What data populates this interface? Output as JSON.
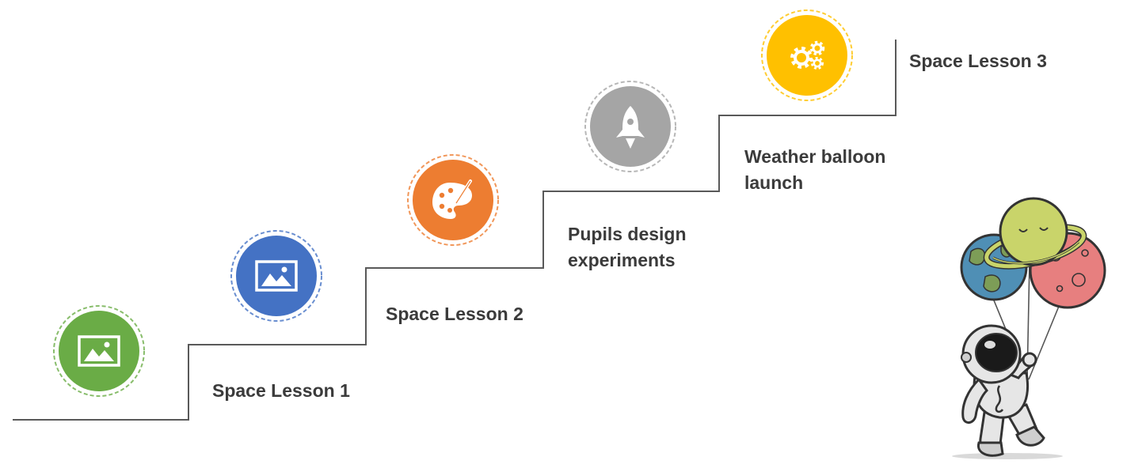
{
  "steps": [
    {
      "label_lines": [
        "Space Lesson 1"
      ],
      "icon": "image-icon",
      "color": "#6aac46"
    },
    {
      "label_lines": [
        "Space Lesson 2"
      ],
      "icon": "image-icon",
      "color": "#4472c4"
    },
    {
      "label_lines": [
        "Pupils design",
        "experiments"
      ],
      "icon": "palette-icon",
      "color": "#ed7d31"
    },
    {
      "label_lines": [
        "Weather balloon",
        "launch"
      ],
      "icon": "rocket-icon",
      "color": "#a5a5a5"
    },
    {
      "label_lines": [
        "Space Lesson 3"
      ],
      "icon": "gears-icon",
      "color": "#ffc000"
    }
  ],
  "colors": {
    "staircase": "#595959",
    "text": "#3b3b3b",
    "planet_earth": "#4f8fb5",
    "planet_saturn": "#c9d46a",
    "planet_mars": "#e77f7f"
  },
  "illustration": {
    "icon": "astronaut-with-planet-balloons-icon"
  }
}
